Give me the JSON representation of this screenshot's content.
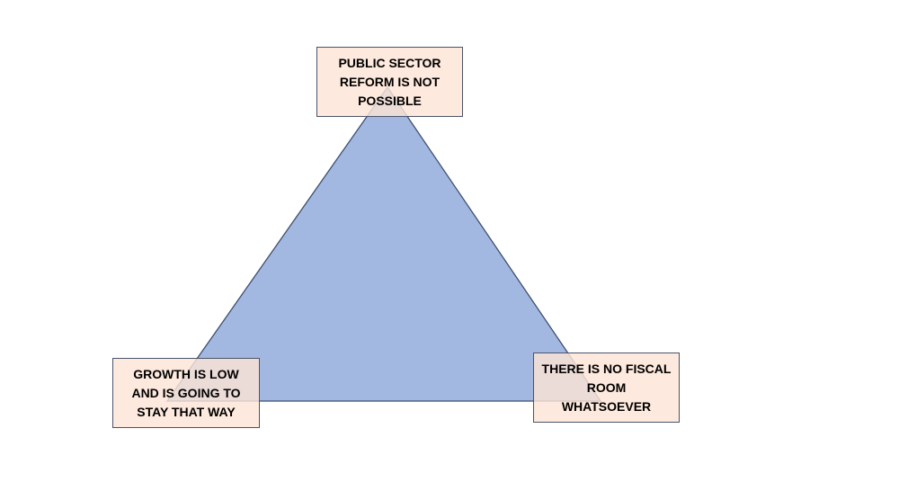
{
  "diagram": {
    "shape_color": "#a2b8e1",
    "shape_stroke": "#3e4e6e",
    "box_fill": "#fce4d6",
    "box_border": "#4a5468",
    "corners": {
      "top": [
        "PUBLIC SECTOR",
        "REFORM IS NOT",
        "POSSIBLE"
      ],
      "bottom_left": [
        "GROWTH IS LOW",
        "AND IS GOING TO",
        "STAY THAT WAY"
      ],
      "bottom_right": [
        "THERE IS NO FISCAL",
        "ROOM",
        "WHATSOEVER"
      ]
    }
  }
}
